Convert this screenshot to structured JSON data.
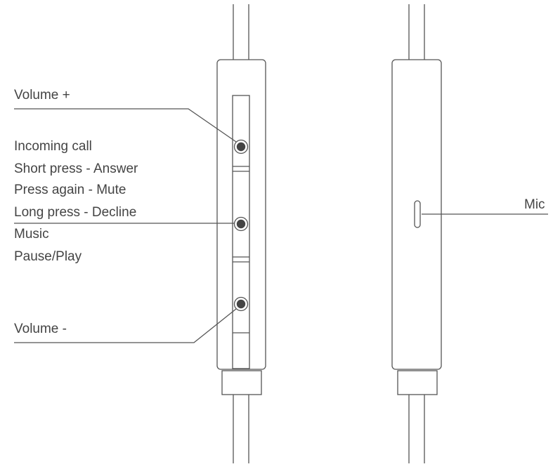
{
  "labels": {
    "volume_up": "Volume +",
    "incoming_call": "Incoming call",
    "short_press": "Short press - Answer",
    "press_again": "Press again - Mute",
    "long_press": "Long press - Decline",
    "music": "Music",
    "pause_play": "Pause/Play",
    "volume_down": "Volume -",
    "mic": "Mic"
  },
  "colors": {
    "line": "#555555",
    "text": "#444444",
    "button_dot": "#444444"
  }
}
